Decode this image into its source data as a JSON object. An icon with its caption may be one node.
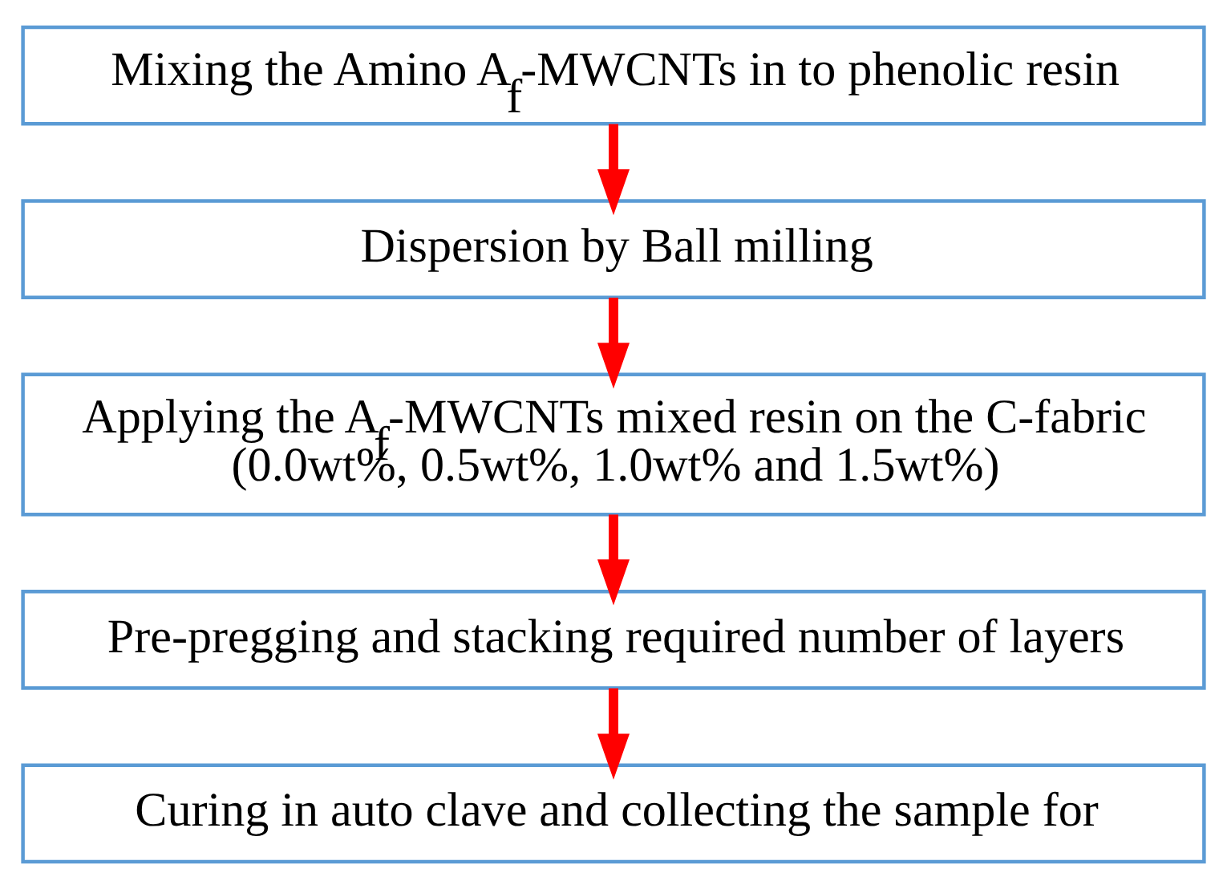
{
  "diagram": {
    "nodes": [
      {
        "text": [
          "Mixing the Amino A$_{f}$-MWCNTs in to phenolic resin"
        ]
      },
      {
        "text": [
          "Dispersion by Ball milling"
        ]
      },
      {
        "text": [
          "Applying the A$_{f}$-MWCNTs mixed resin on the C-fabric (0.0wt%, 0.5wt%, 1.0wt% and 1.5wt%)"
        ]
      },
      {
        "text": [
          "Pre-pregging and stacking required number of layers"
        ]
      },
      {
        "text": [
          "Curing in auto clave and collecting the sample for"
        ]
      }
    ],
    "edges": [
      {
        "from": 0,
        "to": 1,
        "arrow": "to"
      },
      {
        "from": 1,
        "to": 2,
        "arrow": "to"
      },
      {
        "from": 2,
        "to": 3,
        "arrow": "to"
      },
      {
        "from": 3,
        "to": 4,
        "arrow": "to"
      }
    ]
  }
}
